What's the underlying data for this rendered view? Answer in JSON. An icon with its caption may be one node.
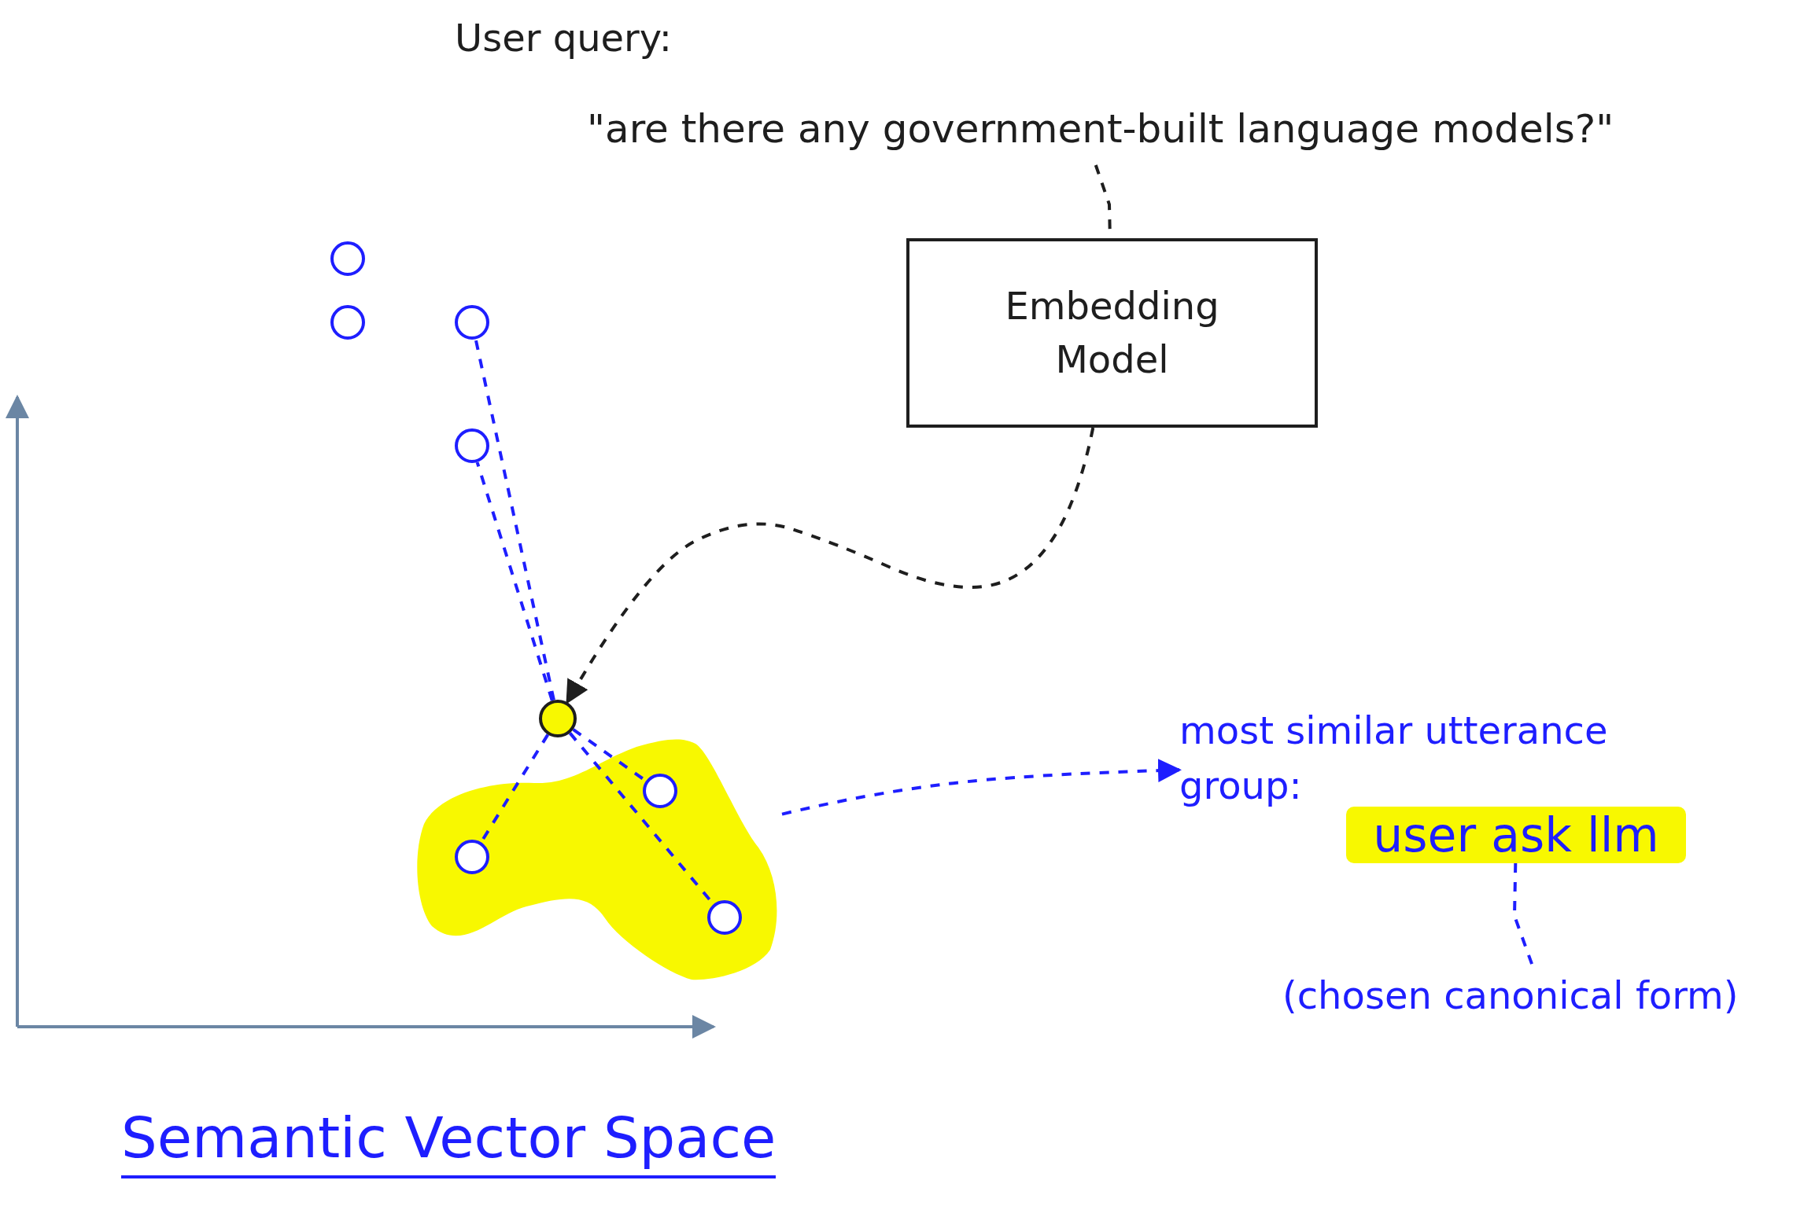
{
  "diagram": {
    "nodes": [
      {
        "text": [
          "User query:",
          "\"are there any government-built language models?\""
        ]
      },
      {
        "text": [
          "Embedding Model"
        ]
      },
      {
        "text": [],
        "shape": "circle"
      },
      {
        "text": [],
        "shape": "circle"
      },
      {
        "text": [],
        "shape": "circle"
      },
      {
        "text": [],
        "shape": "circle"
      },
      {
        "text": [],
        "shape": "circle"
      },
      {
        "text": [],
        "shape": "blob"
      },
      {
        "text": [],
        "shape": "circle",
        "in": 7
      },
      {
        "text": [],
        "shape": "circle",
        "in": 7
      },
      {
        "text": [],
        "shape": "circle",
        "in": 7
      },
      {
        "text": [
          "most similar utterance group:"
        ]
      },
      {
        "text": [
          "user ask llm"
        ]
      },
      {
        "text": [
          "(chosen canonical form)"
        ]
      }
    ],
    "edges": [
      {
        "from": 0,
        "to": 1,
        "arrow": "none",
        "style": "dashed",
        "color": "#1e1e1e"
      },
      {
        "from": 1,
        "to": 6,
        "arrow": "to",
        "style": "dashed",
        "color": "#1e1e1e"
      },
      {
        "from": 6,
        "to": 4,
        "arrow": "none",
        "style": "dashed"
      },
      {
        "from": 6,
        "to": 5,
        "arrow": "none",
        "style": "dashed"
      },
      {
        "from": 6,
        "to": 8,
        "arrow": "none",
        "style": "dashed"
      },
      {
        "from": 6,
        "to": 9,
        "arrow": "none",
        "style": "dashed"
      },
      {
        "from": 6,
        "to": 10,
        "arrow": "none",
        "style": "dashed"
      },
      {
        "from": 7,
        "to": 11,
        "arrow": "to",
        "style": "dashed"
      },
      {
        "from": 12,
        "to": 13,
        "arrow": "none",
        "style": "dashed"
      }
    ],
    "labels": [
      "Semantic Vector Space"
    ]
  }
}
